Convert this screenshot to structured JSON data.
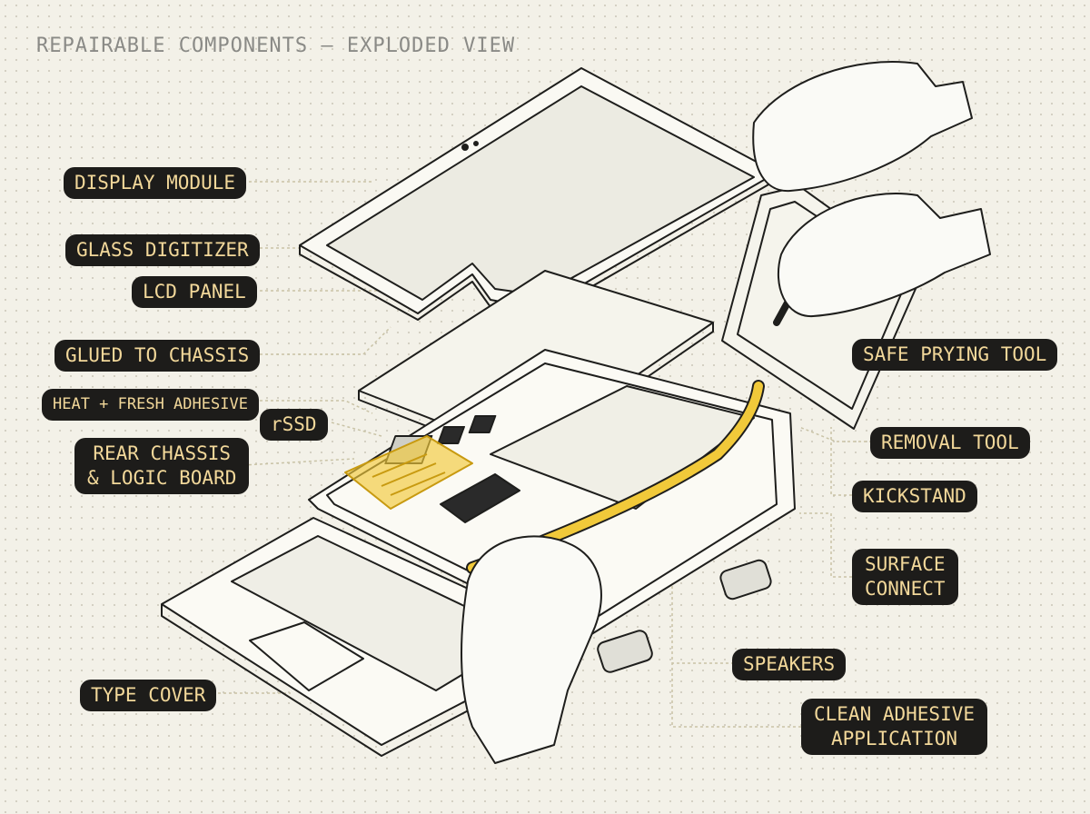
{
  "title": "REPAIRABLE COMPONENTS – EXPLODED VIEW",
  "labels": {
    "display_module": "DISPLAY MODULE",
    "glass_digitizer": "GLASS DIGITIZER",
    "lcd_panel": "LCD PANEL",
    "glued_to_chassis": "GLUED TO CHASSIS",
    "heat_fresh_adhesive": "HEAT + FRESH ADHESIVE",
    "rssd": "rSSD",
    "rear_chassis": "REAR CHASSIS\n& LOGIC BOARD",
    "type_cover": "TYPE COVER",
    "safe_prying_tool": "SAFE PRYING TOOL",
    "removal_tool": "REMOVAL TOOL",
    "kickstand": "KICKSTAND",
    "surface_connect": "SURFACE\nCONNECT",
    "speakers": "SPEAKERS",
    "clean_adhesive": "CLEAN ADHESIVE\nAPPLICATION"
  },
  "colors": {
    "background": "#f3f1e8",
    "label_bg": "#1d1c1a",
    "label_text": "#f2d89a",
    "line": "#1e1e1c",
    "leader": "#c9c3a6",
    "accent": "#f1c93a"
  }
}
